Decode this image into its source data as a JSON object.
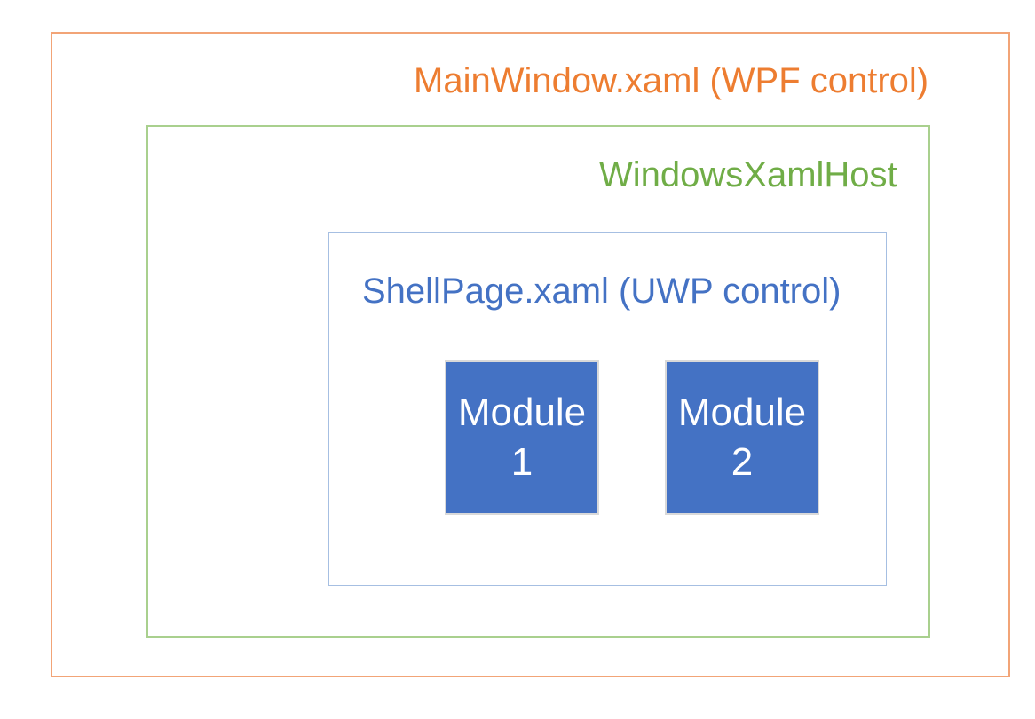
{
  "colors": {
    "background": "#FFFFFF",
    "orange-border": "#F2A477",
    "orange-text": "#ED7D31",
    "green-border": "#A9D08E",
    "green-text": "#70AD47",
    "blue-border": "#A6BFE2",
    "blue-text": "#4472C4",
    "module-fill": "#4472C4",
    "module-border": "#D9D9D9",
    "module-text": "#FFFFFF"
  },
  "diagram": {
    "wpf_window": {
      "label": "MainWindow.xaml (WPF control)"
    },
    "xaml_host": {
      "label": "WindowsXamlHost"
    },
    "shell_page": {
      "label": "ShellPage.xaml (UWP control)"
    },
    "modules": [
      {
        "label": "Module 1"
      },
      {
        "label": "Module 2"
      }
    ]
  }
}
